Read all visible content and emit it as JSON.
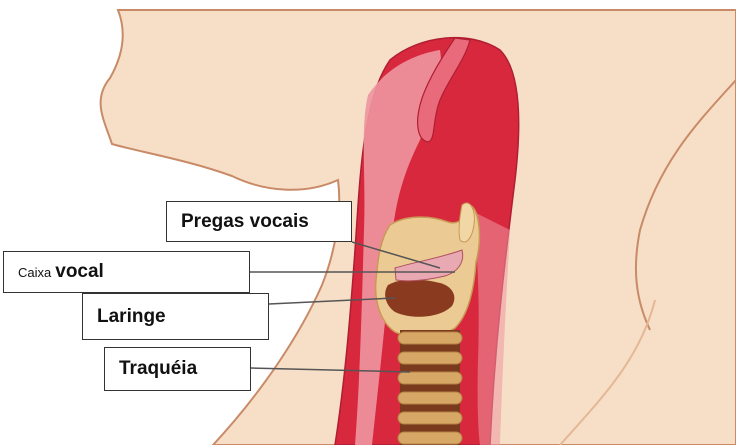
{
  "labels": {
    "pregas_vocais": "Pregas vocais",
    "caixa_vocal_prefix": "Caixa",
    "caixa_vocal_main": "vocal",
    "laringe": "Laringe",
    "traqueia": "Traquéia"
  },
  "colors": {
    "skin": "#F6DFC6",
    "skin_outline": "#C98A68",
    "throat_dark": "#D8283E",
    "throat_light": "#EE96A0",
    "cartilage": "#EBCB93",
    "cartilage_shadow": "#C99A55",
    "larynx_inner": "#8A3A1F",
    "trachea_ring": "#D7A766",
    "trachea_gap": "#7A3A1E",
    "leader_line": "#555555"
  }
}
